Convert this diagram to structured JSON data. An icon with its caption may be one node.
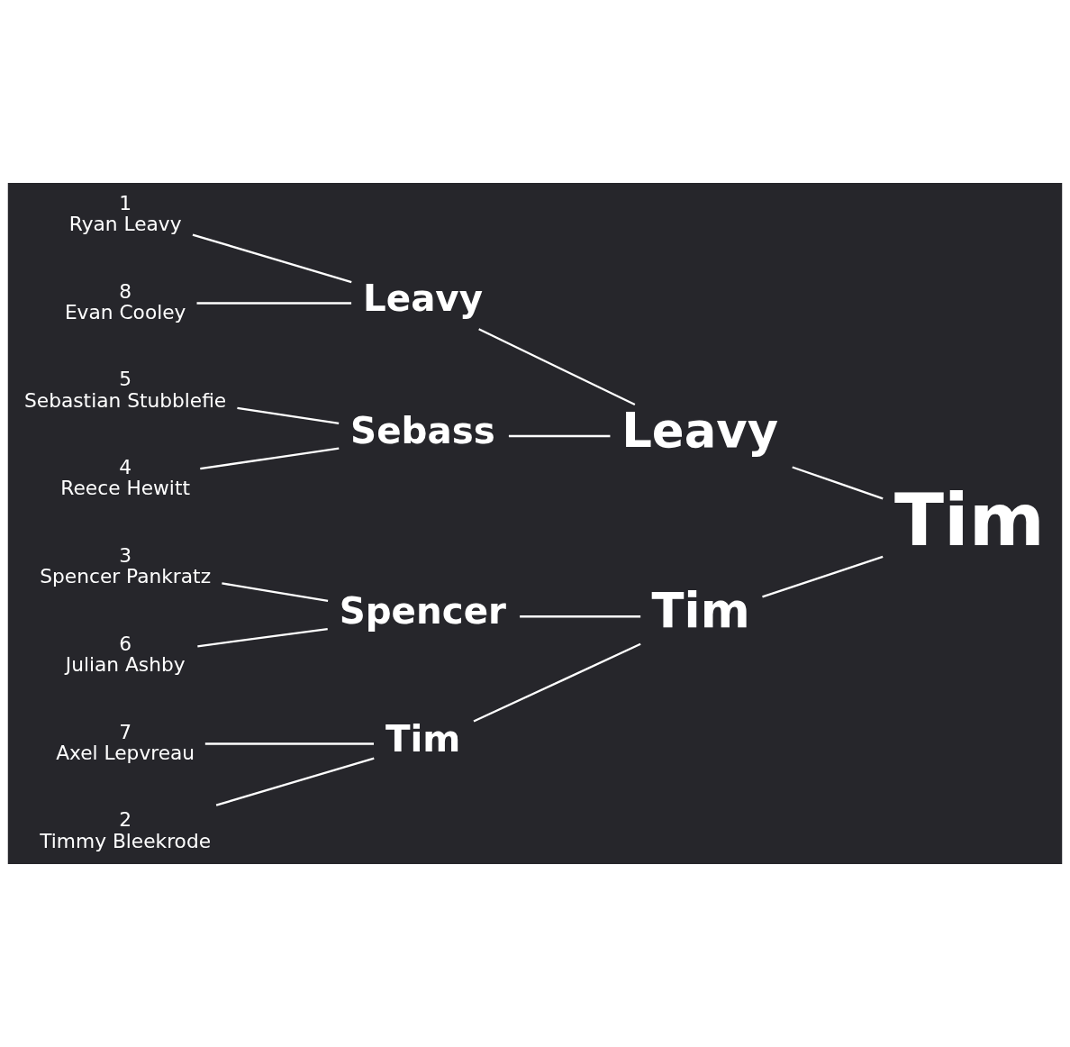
{
  "diagram": {
    "nodes": [
      {
        "text": [
          "1",
          "Ryan Leavy"
        ]
      },
      {
        "text": [
          "8",
          "Evan Cooley"
        ]
      },
      {
        "text": [
          "5",
          "Sebastian Stubblefie"
        ]
      },
      {
        "text": [
          "4",
          "Reece Hewitt"
        ]
      },
      {
        "text": [
          "3",
          "Spencer Pankratz"
        ]
      },
      {
        "text": [
          "6",
          "Julian Ashby"
        ]
      },
      {
        "text": [
          "7",
          "Axel Lepvreau"
        ]
      },
      {
        "text": [
          "2",
          "Timmy Bleekrode"
        ]
      },
      {
        "text": [
          "Leavy"
        ]
      },
      {
        "text": [
          "Sebass"
        ]
      },
      {
        "text": [
          "Spencer"
        ]
      },
      {
        "text": [
          "Tim"
        ]
      },
      {
        "text": [
          "Leavy"
        ]
      },
      {
        "text": [
          "Tim"
        ]
      },
      {
        "text": [
          "Tim"
        ]
      }
    ],
    "edges": [
      {
        "from": 0,
        "to": 8,
        "arrow": "none"
      },
      {
        "from": 1,
        "to": 8,
        "arrow": "none"
      },
      {
        "from": 2,
        "to": 9,
        "arrow": "none"
      },
      {
        "from": 3,
        "to": 9,
        "arrow": "none"
      },
      {
        "from": 4,
        "to": 10,
        "arrow": "none"
      },
      {
        "from": 5,
        "to": 10,
        "arrow": "none"
      },
      {
        "from": 6,
        "to": 11,
        "arrow": "none"
      },
      {
        "from": 7,
        "to": 11,
        "arrow": "none"
      },
      {
        "from": 8,
        "to": 12,
        "arrow": "none"
      },
      {
        "from": 9,
        "to": 12,
        "arrow": "none"
      },
      {
        "from": 10,
        "to": 13,
        "arrow": "none"
      },
      {
        "from": 11,
        "to": 13,
        "arrow": "none"
      },
      {
        "from": 12,
        "to": 14,
        "arrow": "none"
      },
      {
        "from": 13,
        "to": 14,
        "arrow": "none"
      }
    ]
  }
}
